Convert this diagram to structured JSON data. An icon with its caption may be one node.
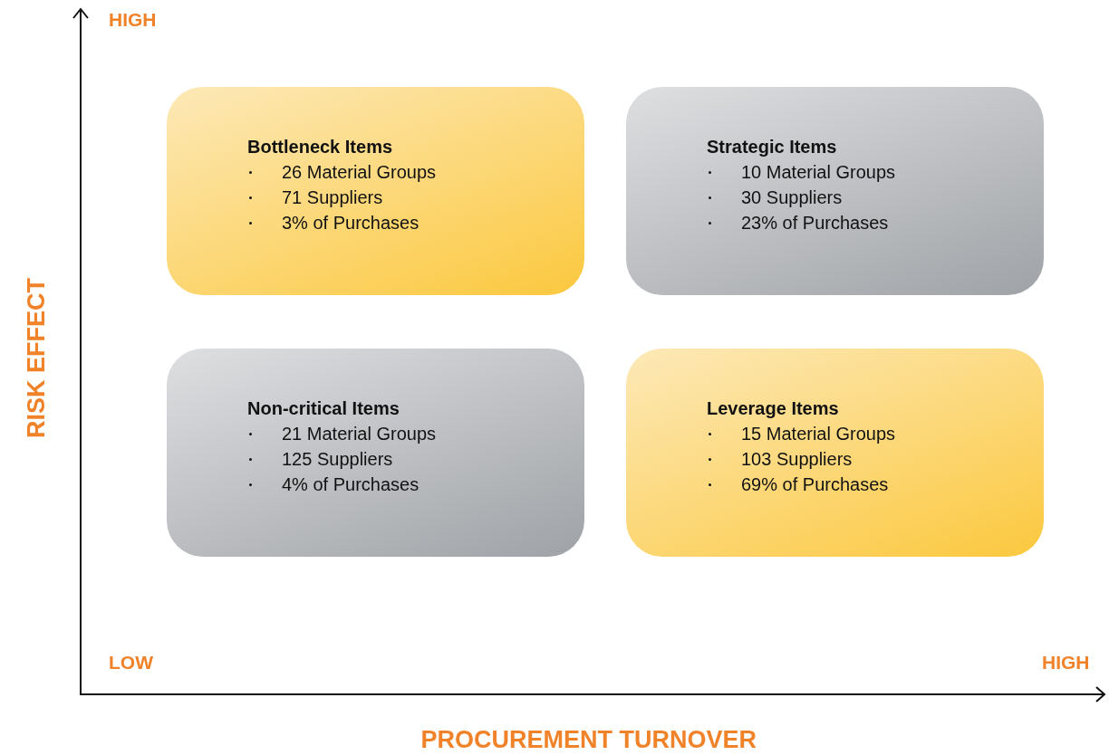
{
  "diagram": {
    "nodes": [
      {
        "text": [
          "Bottleneck Items",
          "26 Material Groups",
          "71 Suppliers",
          "3% of Purchases"
        ]
      },
      {
        "text": [
          "Strategic Items",
          "10 Material Groups",
          "30 Suppliers",
          "23% of Purchases"
        ]
      },
      {
        "text": [
          "Non-critical Items",
          "21 Material Groups",
          "125 Suppliers",
          "4% of Purchases"
        ]
      },
      {
        "text": [
          "Leverage Items",
          "15 Material Groups",
          "103 Suppliers",
          "69% of Purchases"
        ]
      }
    ],
    "labels": [
      "HIGH",
      "RISK EFFECT",
      "LOW",
      "HIGH",
      "PROCUREMENT TURNOVER"
    ]
  }
}
